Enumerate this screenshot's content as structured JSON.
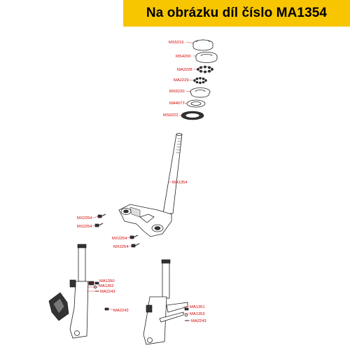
{
  "header": {
    "title": "Na obrázku díl číslo MA1354",
    "background": "#f7c600"
  },
  "diagram": {
    "label_color": "#d40000",
    "labels": [
      "MS5216",
      "MS4200",
      "MA2228",
      "MA2229",
      "MS5220",
      "MA4077",
      "MS5222",
      "MA1354",
      "MX2254",
      "MX2254",
      "MX2254",
      "MX2254",
      "MA1350",
      "MA1352",
      "MA2243",
      "MA2243",
      "MA1351",
      "MA1353",
      "MA2243"
    ]
  }
}
